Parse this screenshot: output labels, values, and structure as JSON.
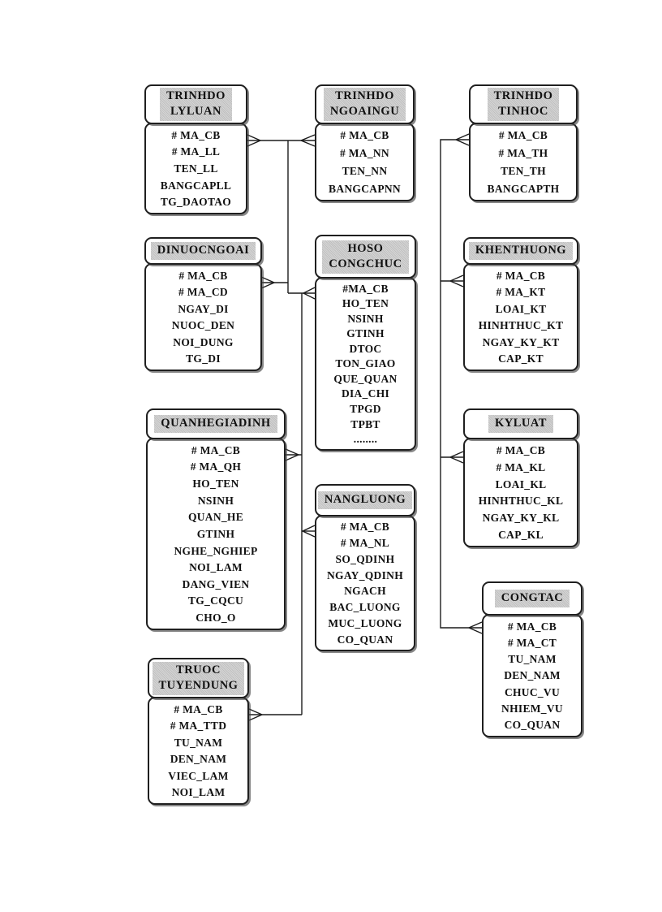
{
  "diagram": {
    "kind": "entity-relationship-diagram",
    "colors": {
      "header_fill": "#c9c9c9",
      "line_color": "#1c1c1c",
      "box_background": "#ffffff",
      "text_color": "#111111"
    },
    "entities": [
      {
        "id": "trinhdo-lyluan",
        "title_lines": [
          "TRINHDO",
          "LYLUAN"
        ],
        "fields": [
          "# MA_CB",
          "# MA_LL",
          "TEN_LL",
          "BANGCAPLL",
          "TG_DAOTAO"
        ]
      },
      {
        "id": "trinhdo-ngoaingu",
        "title_lines": [
          "TRINHDO",
          "NGOAINGU"
        ],
        "fields": [
          "# MA_CB",
          "# MA_NN",
          "TEN_NN",
          "BANGCAPNN"
        ]
      },
      {
        "id": "trinhdo-tinhoc",
        "title_lines": [
          "TRINHDO",
          "TINHOC"
        ],
        "fields": [
          "# MA_CB",
          "# MA_TH",
          "TEN_TH",
          "BANGCAPTH"
        ]
      },
      {
        "id": "dinuocngoai",
        "title_lines": [
          "DINUOCNGOAI"
        ],
        "fields": [
          "# MA_CB",
          "# MA_CD",
          "NGAY_DI",
          "NUOC_DEN",
          "NOI_DUNG",
          "TG_DI"
        ]
      },
      {
        "id": "hoso-congchuc",
        "title_lines": [
          "HOSO",
          "CONGCHUC"
        ],
        "fields": [
          "#MA_CB",
          "HO_TEN",
          "NSINH",
          "GTINH",
          "DTOC",
          "TON_GIAO",
          "QUE_QUAN",
          "DIA_CHI",
          "TPGD",
          "TPBT",
          "........"
        ]
      },
      {
        "id": "khenthuong",
        "title_lines": [
          "KHENTHUONG"
        ],
        "fields": [
          "# MA_CB",
          "# MA_KT",
          "LOAI_KT",
          "HINHTHUC_KT",
          "NGAY_KY_KT",
          "CAP_KT"
        ]
      },
      {
        "id": "quanhegiadinh",
        "title_lines": [
          "QUANHEGIADINH"
        ],
        "fields": [
          "# MA_CB",
          "# MA_QH",
          "HO_TEN",
          "NSINH",
          "QUAN_HE",
          "GTINH",
          "NGHE_NGHIEP",
          "NOI_LAM",
          "DANG_VIEN",
          "TG_CQCU",
          "CHO_O"
        ]
      },
      {
        "id": "kyluat",
        "title_lines": [
          "KYLUAT"
        ],
        "fields": [
          "# MA_CB",
          "# MA_KL",
          "LOAI_KL",
          "HINHTHUC_KL",
          "NGAY_KY_KL",
          "CAP_KL"
        ]
      },
      {
        "id": "nangluong",
        "title_lines": [
          "NANGLUONG"
        ],
        "fields": [
          "# MA_CB",
          "# MA_NL",
          "SO_QDINH",
          "NGAY_QDINH",
          "NGACH",
          "BAC_LUONG",
          "MUC_LUONG",
          "CO_QUAN"
        ]
      },
      {
        "id": "congtac",
        "title_lines": [
          "CONGTAC"
        ],
        "fields": [
          "# MA_CB",
          "# MA_CT",
          "TU_NAM",
          "DEN_NAM",
          "CHUC_VU",
          "NHIEM_VU",
          "CO_QUAN"
        ]
      },
      {
        "id": "truoc-tuyendung",
        "title_lines": [
          "TRUOC",
          "TUYENDUNG"
        ],
        "fields": [
          "# MA_CB",
          "# MA_TTD",
          "TU_NAM",
          "DEN_NAM",
          "VIEC_LAM",
          "NOI_LAM"
        ]
      }
    ]
  }
}
